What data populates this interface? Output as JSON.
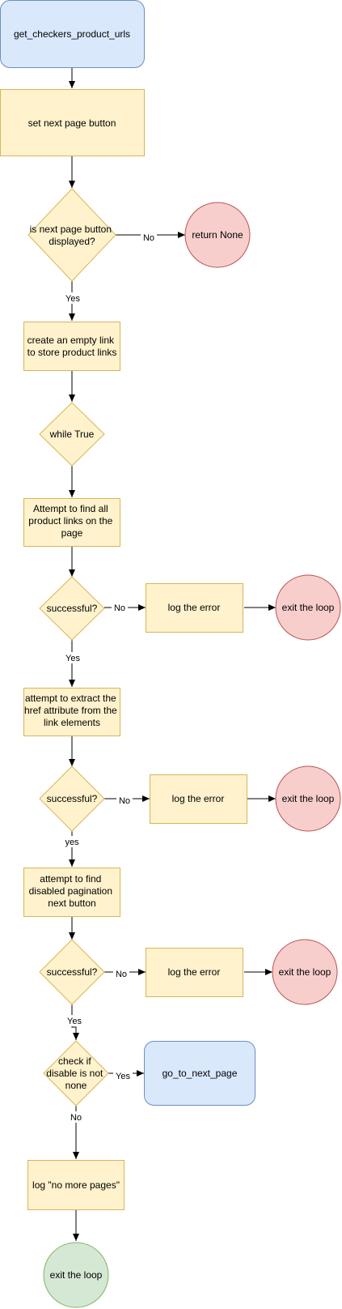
{
  "nodes": {
    "start": "get_checkers_product_urls",
    "set_next": "set next page button",
    "is_next_displayed": [
      "is next page button",
      "displayed?"
    ],
    "return_none": "return None",
    "create_list": [
      "create an empty link",
      "to store product links"
    ],
    "while_true": "while True",
    "find_links": [
      "Attempt to find all",
      "product links on the",
      "page"
    ],
    "success_1": "successful?",
    "log_1": "log the error",
    "exit_1": "exit the loop",
    "extract_href": [
      "attempt to extract the",
      "href attribute from the",
      "link elements"
    ],
    "success_2": "successful?",
    "log_2": "log the error",
    "exit_2": "exit the loop",
    "find_disabled": [
      "attempt to find",
      "disabled pagination",
      "next button"
    ],
    "success_3": "successful?",
    "log_3": "log the error",
    "exit_3": "exit the loop",
    "check_disable": [
      "check if",
      "disable is not",
      "none"
    ],
    "go_next": "go_to_next_page",
    "log_no_more": "log \"no more pages\"",
    "exit_final": "exit the loop"
  },
  "edge_labels": {
    "no_1": "No",
    "yes_1": "Yes",
    "no_2": "No",
    "yes_2": "Yes",
    "no_3": "No",
    "yes_3": "yes",
    "no_4": "No",
    "yes_4": "Yes",
    "yes_5": "Yes",
    "no_5": "No"
  },
  "colors": {
    "blue_fill": "#dae8fc",
    "blue_stroke": "#6c8ebf",
    "yellow_fill": "#fff2cc",
    "yellow_stroke": "#d6b656",
    "red_fill": "#f8cecc",
    "red_stroke": "#b85450",
    "green_fill": "#d5e8d4",
    "green_stroke": "#82b366"
  }
}
